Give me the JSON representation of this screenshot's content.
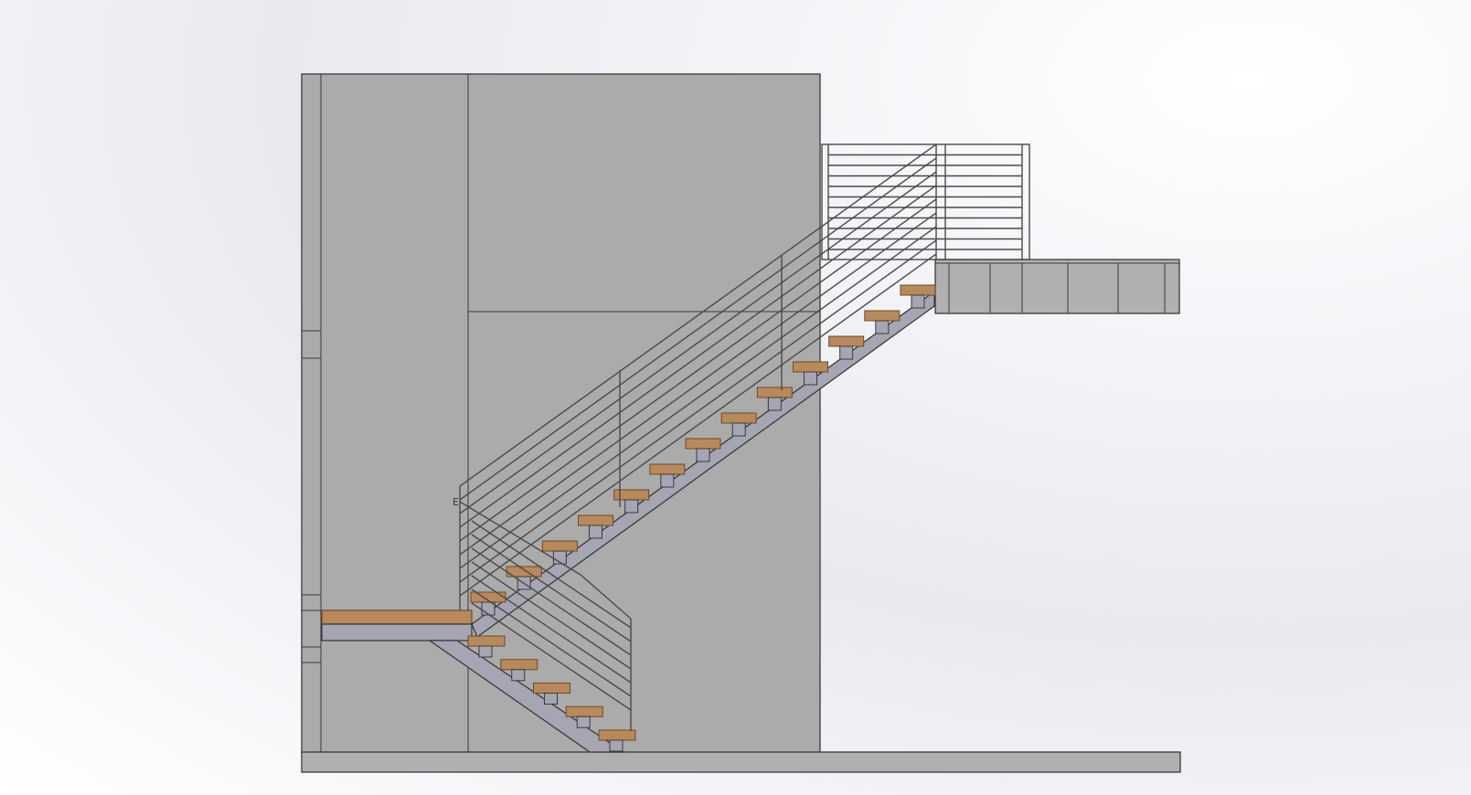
{
  "view": {
    "background_colors": [
      "#ffffff",
      "#e8eaf0"
    ],
    "orientation": "side-elevation"
  },
  "stair": {
    "upper_flight_steps": 13,
    "lower_flight_steps": 5,
    "has_landing": true,
    "upper_railing_bars": 8,
    "lower_railing_bars": 7,
    "top_guard_bars": 10
  },
  "colors": {
    "wall": "#ababab",
    "stringer": "#a5a5b4",
    "tread": "#b8895a",
    "tread_edge": "#6d4a2a",
    "floor_slab": "#b0b0b0",
    "landing_beam": "#b0b0b0"
  },
  "marker": {
    "text": "E"
  }
}
